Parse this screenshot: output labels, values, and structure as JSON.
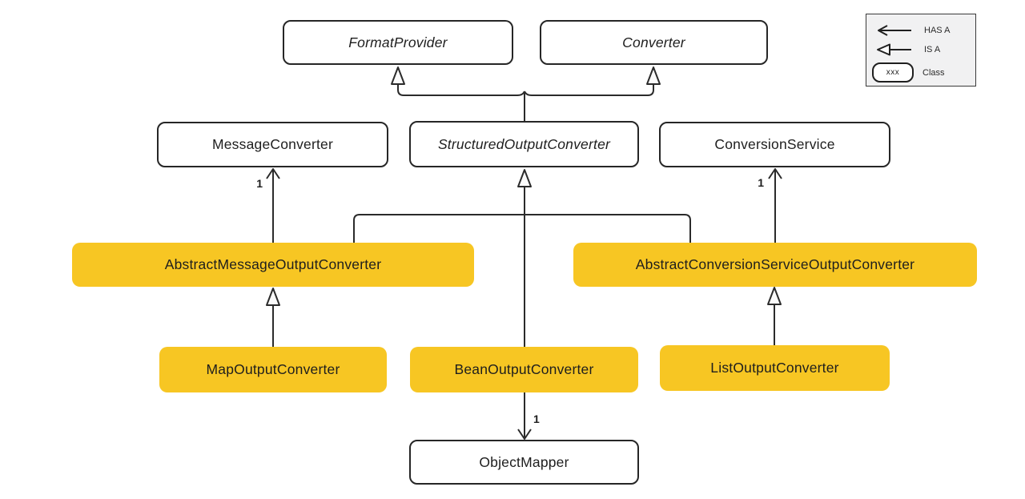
{
  "diagram": {
    "nodes": {
      "format_provider": {
        "label": "FormatProvider",
        "kind": "interface"
      },
      "converter": {
        "label": "Converter",
        "kind": "interface"
      },
      "message_converter": {
        "label": "MessageConverter",
        "kind": "class"
      },
      "structured_output_converter": {
        "label": "StructuredOutputConverter",
        "kind": "interface"
      },
      "conversion_service": {
        "label": "ConversionService",
        "kind": "class"
      },
      "abstract_message_output_converter": {
        "label": "AbstractMessageOutputConverter",
        "kind": "highlighted-class"
      },
      "abstract_conversion_service_output_converter": {
        "label": "AbstractConversionServiceOutputConverter",
        "kind": "highlighted-class"
      },
      "map_output_converter": {
        "label": "MapOutputConverter",
        "kind": "highlighted-class"
      },
      "bean_output_converter": {
        "label": "BeanOutputConverter",
        "kind": "highlighted-class"
      },
      "list_output_converter": {
        "label": "ListOutputConverter",
        "kind": "highlighted-class"
      },
      "object_mapper": {
        "label": "ObjectMapper",
        "kind": "class"
      }
    },
    "edges": {
      "structured_is_a_format_provider": {
        "type": "IS A"
      },
      "structured_is_a_converter": {
        "type": "IS A"
      },
      "abstract_message_has_a_message_converter": {
        "type": "HAS A",
        "multiplicity": "1"
      },
      "abstract_conversion_has_a_conversion_service": {
        "type": "HAS A",
        "multiplicity": "1"
      },
      "abstract_message_is_a_structured": {
        "type": "IS A"
      },
      "abstract_conversion_is_a_structured": {
        "type": "IS A"
      },
      "bean_is_a_structured": {
        "type": "IS A"
      },
      "map_is_a_abstract_message": {
        "type": "IS A"
      },
      "list_is_a_abstract_conversion": {
        "type": "IS A"
      },
      "bean_has_a_object_mapper": {
        "type": "HAS A",
        "multiplicity": "1"
      }
    }
  },
  "legend": {
    "has_a_label": "HAS A",
    "is_a_label": "IS A",
    "class_sample": "xxx",
    "class_label": "Class"
  },
  "colors": {
    "highlight_yellow": "#F7C623",
    "stroke": "#2B2B2B",
    "legend_background": "#F1F1F2"
  }
}
